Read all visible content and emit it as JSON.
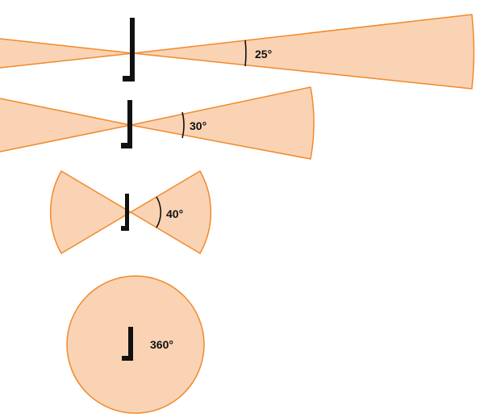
{
  "colors": {
    "beam_fill": "#fad3b4",
    "beam_stroke": "#f08a2c",
    "antenna": "#111111",
    "arc": "#111111"
  },
  "antenna_icon": "antenna-icon",
  "diagrams": [
    {
      "id": "25",
      "angle_label": "25°",
      "beam_angle_deg": 25
    },
    {
      "id": "30",
      "angle_label": "30°",
      "beam_angle_deg": 30
    },
    {
      "id": "40",
      "angle_label": "40°",
      "beam_angle_deg": 40
    },
    {
      "id": "360",
      "angle_label": "360°",
      "beam_angle_deg": 360
    }
  ]
}
